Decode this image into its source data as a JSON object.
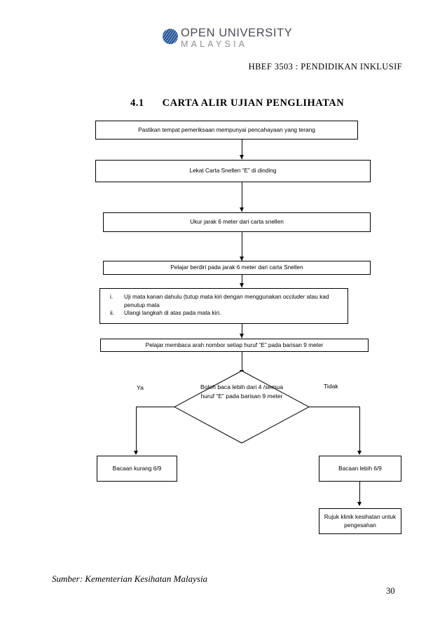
{
  "logo": {
    "mark_color": "#1c4f93",
    "line1": "OPEN UNIVERSITY",
    "line2": "MALAYSIA"
  },
  "document": {
    "course_header": "HBEF 3503 : PENDIDIKAN  INKLUSIF",
    "section_number": "4.1",
    "section_title": "CARTA ALIR UJIAN PENGLIHATAN",
    "source_note": "Sumber:  Kementerian Kesihatan Malaysia",
    "page_number": "30"
  },
  "chart_data": {
    "type": "flowchart",
    "title": "CARTA ALIR UJIAN PENGLIHATAN",
    "nodes": [
      {
        "id": "n1",
        "shape": "process",
        "text": "Pastikan tempat pemeriksaan mempunyai pencahayaan yang terang"
      },
      {
        "id": "n2",
        "shape": "process",
        "text": "Lekat Carta Snellen  “E” di dinding"
      },
      {
        "id": "n3",
        "shape": "process",
        "text": "Ukur jarak 6 meter dari carta snellen"
      },
      {
        "id": "n4",
        "shape": "process",
        "text": "Pelajar berdiri pada jarak 6 meter dari carta Snellen"
      },
      {
        "id": "n5",
        "shape": "process-list",
        "items": [
          {
            "marker": "i.",
            "text_before": "Uji mata kanan dahulu (tutup mata kiri dengan menggunakan ",
            "text_italic": "occluder",
            "text_after": " atau kad penutup mata"
          },
          {
            "marker": "ii.",
            "text_before": "Ulangi langkah di atas pada mata kiri.",
            "text_italic": "",
            "text_after": ""
          }
        ]
      },
      {
        "id": "n6",
        "shape": "process",
        "text": "Pelajar membaca arah nombor setiap huruf “E” pada barisan 9 meter"
      },
      {
        "id": "n7",
        "shape": "decision",
        "text": "Boleh baca lebih dari  4 /semua huruf “E” pada  barisan 9 meter"
      },
      {
        "id": "n8",
        "shape": "process",
        "text": "Bacaan kurang 6/9"
      },
      {
        "id": "n9",
        "shape": "process",
        "text": "Bacaan lebih 6/9"
      },
      {
        "id": "n10",
        "shape": "process",
        "text": "Rujuk klinik kesihatan untuk pengesahan"
      }
    ],
    "edges": [
      {
        "from": "n1",
        "to": "n2",
        "label": ""
      },
      {
        "from": "n2",
        "to": "n3",
        "label": ""
      },
      {
        "from": "n3",
        "to": "n4",
        "label": ""
      },
      {
        "from": "n4",
        "to": "n5",
        "label": ""
      },
      {
        "from": "n5",
        "to": "n6",
        "label": ""
      },
      {
        "from": "n6",
        "to": "n7",
        "label": ""
      },
      {
        "from": "n7",
        "to": "n8",
        "label": "Ya"
      },
      {
        "from": "n7",
        "to": "n9",
        "label": "Tidak"
      },
      {
        "from": "n9",
        "to": "n10",
        "label": ""
      }
    ],
    "branch_labels": {
      "yes": "Ya",
      "no": "Tidak"
    },
    "line_color": "#000000",
    "fill_color": "#ffffff"
  }
}
